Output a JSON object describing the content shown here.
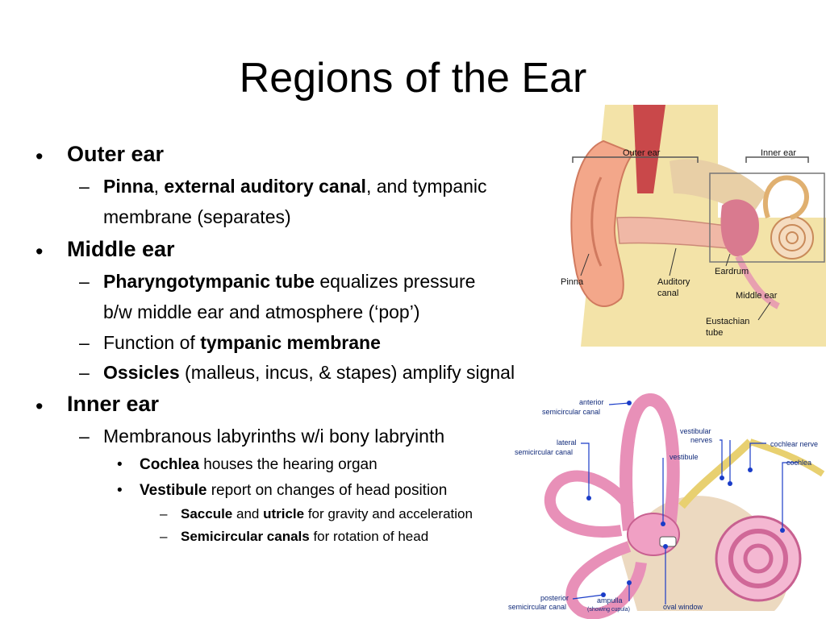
{
  "title": "Regions of the Ear",
  "bullets": {
    "outer": {
      "heading": "Outer ear",
      "sub1": {
        "b1": "Pinna",
        "t1": ", ",
        "b2": "external auditory canal",
        "t2": ", and tympanic",
        "cont": "membrane (separates)"
      }
    },
    "middle": {
      "heading": "Middle ear",
      "sub1": {
        "b1": "Pharyngotympanic tube",
        "t1": " equalizes pressure",
        "cont": "b/w middle ear and atmosphere (‘pop’)"
      },
      "sub2": {
        "t0": "Function of ",
        "b1": "tympanic membrane"
      },
      "sub3": {
        "b1": "Ossicles",
        "t1": " (malleus, incus, & stapes) amplify signal"
      }
    },
    "inner": {
      "heading": "Inner ear",
      "sub1": {
        "t0": "Membranous labyrinths w/i bony labryinth"
      },
      "sub1a": {
        "b1": "Cochlea",
        "t1": " houses the hearing organ"
      },
      "sub1b": {
        "b1": "Vestibule",
        "t1": " report on changes of head position"
      },
      "sub1b1": {
        "b1": "Saccule",
        "t1": " and ",
        "b2": "utricle",
        "t2": " for gravity and acceleration"
      },
      "sub1b2": {
        "b1": "Semicircular canals",
        "t1": " for rotation of head"
      }
    }
  },
  "markers": {
    "bullet": "•",
    "dash": "–"
  },
  "figure_top": {
    "labels": {
      "outer_ear": "Outer ear",
      "inner_ear": "Inner ear",
      "eardrum": "Eardrum",
      "pinna": "Pinna",
      "auditory_canal_1": "Auditory",
      "auditory_canal_2": "canal",
      "middle_ear": "Middle ear",
      "eustachian_1": "Eustachian",
      "eustachian_2": "tube"
    }
  },
  "figure_bottom": {
    "labels": {
      "anterior_1": "anterior",
      "anterior_2": "semicircular canal",
      "lateral_1": "lateral",
      "lateral_2": "semicircular canal",
      "vestibular_1": "vestibular",
      "vestibular_2": "nerves",
      "vestibule": "vestibule",
      "cochlear_nerve": "cochlear nerve",
      "cochlea": "cochlea",
      "posterior_1": "posterior",
      "posterior_2": "semicircular canal",
      "ampulla_1": "ampulla",
      "ampulla_2": "(showing cupula)",
      "oval_window": "oval window"
    }
  },
  "colors": {
    "text": "#000000",
    "label_blue": "#102a7a",
    "membrane_pink": "#e86aa0",
    "bone": "#e8cfa6"
  }
}
